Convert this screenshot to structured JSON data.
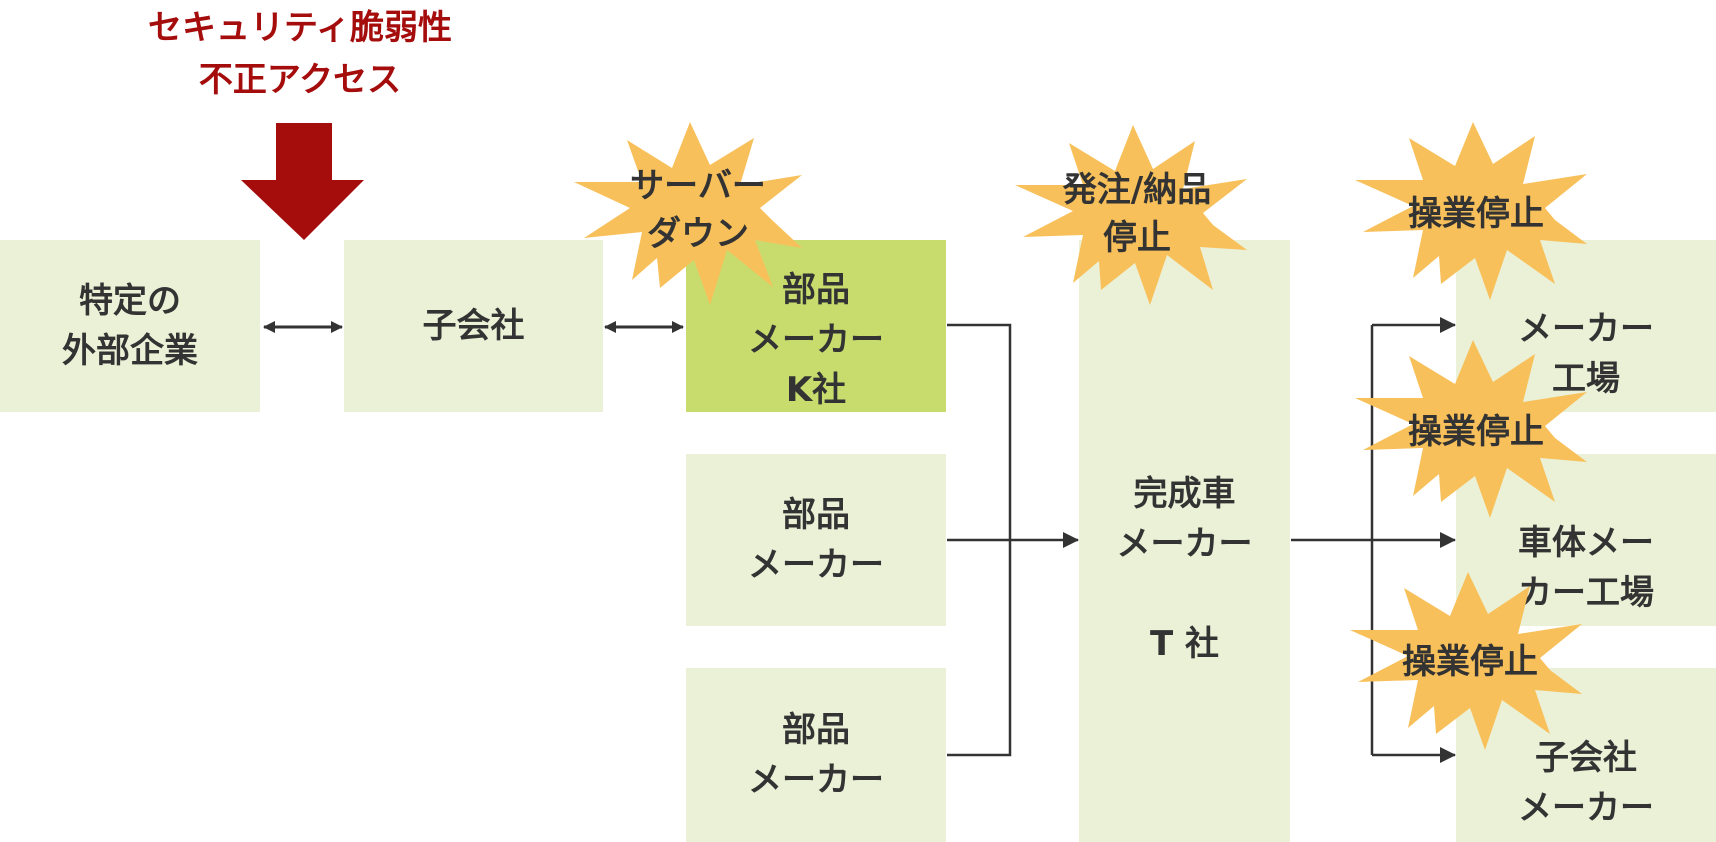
{
  "alert": {
    "line1": "セキュリティ脆弱性",
    "line2": "不正アクセス"
  },
  "nodes": {
    "external_company": "特定の\n外部企業",
    "subsidiary": "子会社",
    "parts_maker_k": "部品\nメーカー\nK社",
    "parts_maker_2": "部品\nメーカー",
    "parts_maker_3": "部品\nメーカー",
    "vehicle_maker_t": "完成車\nメーカー\n\nT 社",
    "maker_factory": "メーカー\n工場",
    "body_maker_factory": "車体メー\nカー工場",
    "subsidiary_maker": "子会社\nメーカー"
  },
  "bursts": {
    "server_down": "サーバー\nダウン",
    "order_delivery_stop": "発注/納品\n停止",
    "operation_stop_1": "操業停止",
    "operation_stop_2": "操業停止",
    "operation_stop_3": "操業停止"
  },
  "colors": {
    "box_fill": "#ebf1d7",
    "highlight_fill": "#c8dc6e",
    "burst_fill": "#f8c05a",
    "alert_text": "#a50d0d",
    "arrow_down": "#a50d0d",
    "line": "#333333"
  }
}
